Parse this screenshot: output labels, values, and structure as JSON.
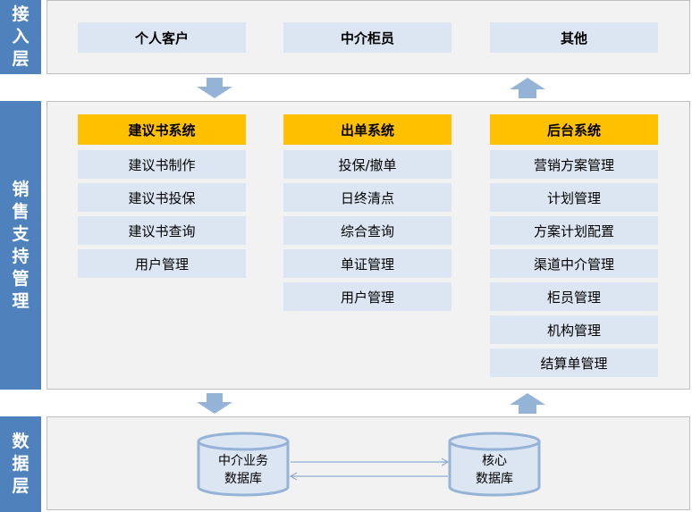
{
  "layers": {
    "access": "接入层",
    "sales_support": "销售支持管理",
    "data": "数据层"
  },
  "access_items": [
    "个人客户",
    "中介柜员",
    "其他"
  ],
  "systems": [
    {
      "title": "建议书系统",
      "items": [
        "建议书制作",
        "建议书投保",
        "建议书查询",
        "用户管理"
      ]
    },
    {
      "title": "出单系统",
      "items": [
        "投保/撤单",
        "日终清点",
        "综合查询",
        "单证管理",
        "用户管理"
      ]
    },
    {
      "title": "后台系统",
      "items": [
        "营销方案管理",
        "计划管理",
        "方案计划配置",
        "渠道中介管理",
        "柜员管理",
        "机构管理",
        "结算单管理"
      ]
    }
  ],
  "databases": [
    {
      "line1": "中介业务",
      "line2": "数据库"
    },
    {
      "line1": "核心",
      "line2": "数据库"
    }
  ],
  "colors": {
    "sidebar": "#4f81bd",
    "header": "#ffc000",
    "box": "#dce6f2",
    "panel": "#f2f2f2",
    "arrow": "#95b3d7"
  }
}
